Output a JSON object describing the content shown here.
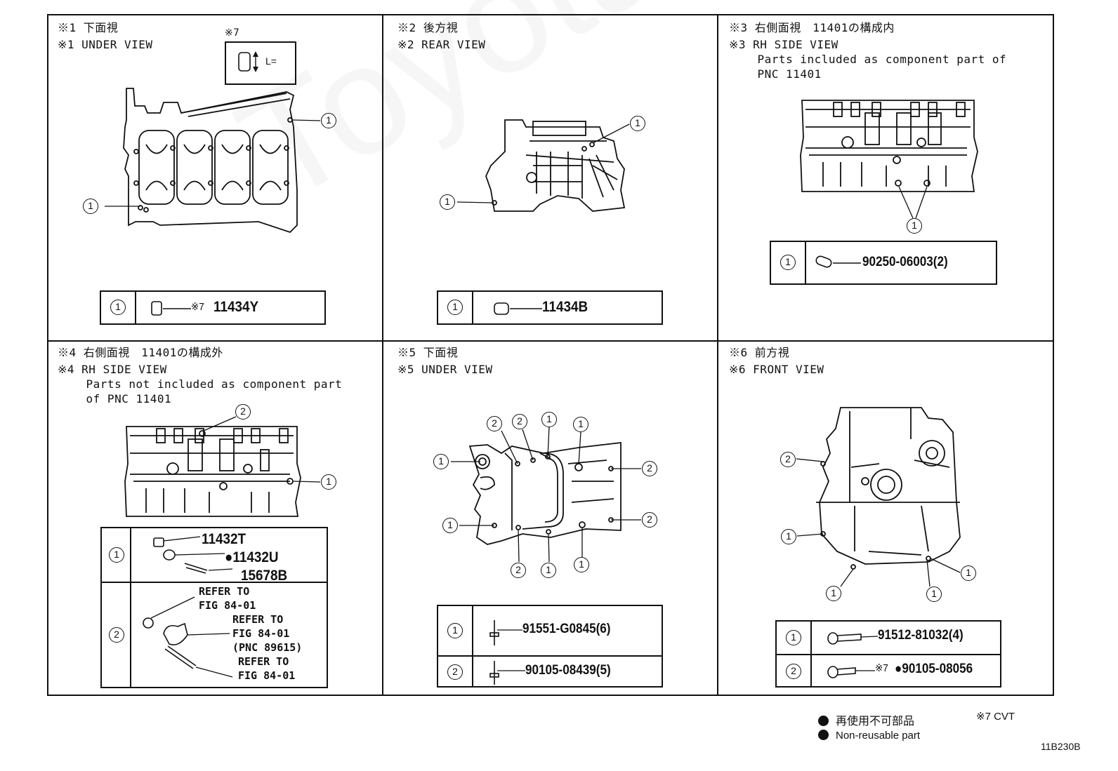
{
  "watermark": "ToyotaCarMine.ru",
  "figure_id": "11B230B",
  "cells": [
    {
      "id": "c1",
      "jp": "※1 下面視",
      "en": "※1 UNDER VIEW",
      "note": "",
      "cvt_label": "※7",
      "cvt_value": "L="
    },
    {
      "id": "c2",
      "jp": "※2 後方視",
      "en": "※2 REAR VIEW",
      "note": ""
    },
    {
      "id": "c3",
      "jp": "※3 右側面視　11401の構成内",
      "en": "※3 RH SIDE VIEW",
      "note": "    Parts included as component part of\n    PNC 11401"
    },
    {
      "id": "c4",
      "jp": "※4 右側面視　11401の構成外",
      "en": "※4 RH SIDE VIEW",
      "note": "    Parts not included as component part\n    of PNC 11401"
    },
    {
      "id": "c5",
      "jp": "※5 下面視",
      "en": "※5 UNDER VIEW",
      "note": ""
    },
    {
      "id": "c6",
      "jp": "※6 前方視",
      "en": "※6 FRONT VIEW",
      "note": ""
    }
  ],
  "parts": {
    "c1": [
      {
        "ref": "1",
        "prefix": "※7",
        "pnc": "11434Y"
      }
    ],
    "c2": [
      {
        "ref": "1",
        "pnc": "11434B"
      }
    ],
    "c3": [
      {
        "ref": "1",
        "pnc": "90250-06003(2)"
      }
    ],
    "c4": [
      {
        "ref": "1",
        "lines": [
          "11432T",
          "●11432U",
          "15678B"
        ]
      },
      {
        "ref": "2",
        "lines": [
          "REFER TO",
          "FIG 84-01",
          "REFER TO",
          "FIG 84-01",
          "(PNC 89615)",
          "REFER TO",
          "FIG 84-01"
        ]
      }
    ],
    "c5": [
      {
        "ref": "1",
        "pnc": "91551-G0845(6)"
      },
      {
        "ref": "2",
        "pnc": "90105-08439(5)"
      }
    ],
    "c6": [
      {
        "ref": "1",
        "pnc": "91512-81032(4)"
      },
      {
        "ref": "2",
        "prefix": "※7",
        "pnc": "●90105-08056"
      }
    ]
  },
  "legend": {
    "jp": "再使用不可部品",
    "en": "Non-reusable part",
    "cvt": "※7 CVT"
  }
}
